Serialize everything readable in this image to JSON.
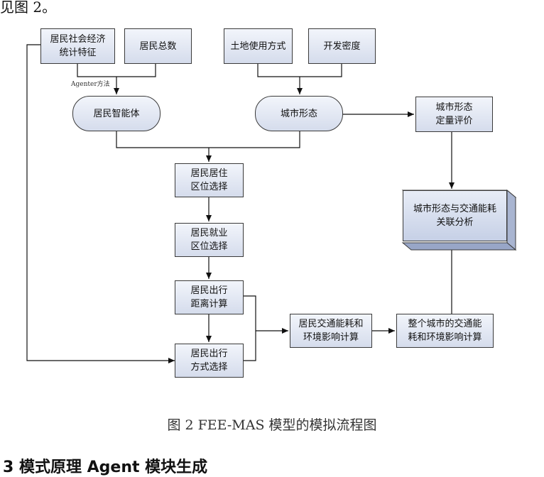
{
  "header_fragment": "见图 2。",
  "nodes": {
    "socio": "居民社会经济\n统计特征",
    "total": "居民总数",
    "landuse": "土地使用方式",
    "density": "开发密度",
    "agent": "居民智能体",
    "urban_form": "城市形态",
    "form_eval": "城市形态\n定量评价",
    "residence": "居民居住\n区位选择",
    "employment": "居民就业\n区位选择",
    "distance": "居民出行\n距离计算",
    "mode": "居民出行\n方式选择",
    "resident_energy": "居民交通能耗和\n环境影响计算",
    "city_energy": "整个城市的交通能\n耗和环境影响计算",
    "correlation": "城市形态与交通能耗\n关联分析"
  },
  "agenter_label": "Agenter方法",
  "caption": "图 2 FEE-MAS 模型的模拟流程图",
  "footer_fragment": "3 模式原理 Agent 模块生成"
}
